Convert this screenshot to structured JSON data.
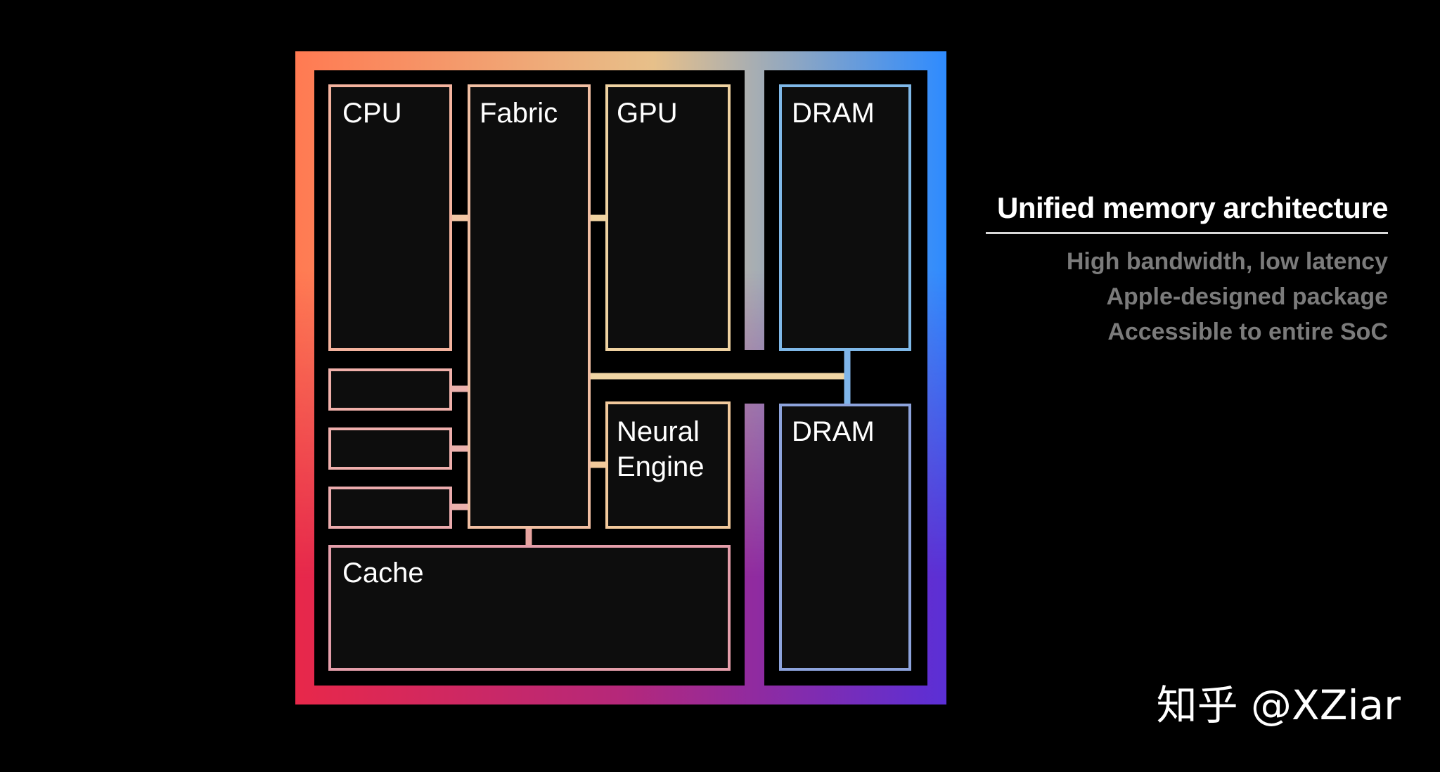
{
  "diagram": {
    "blocks": {
      "cpu": "CPU",
      "fabric": "Fabric",
      "gpu": "GPU",
      "dram_top": "DRAM",
      "neural_engine": [
        "Neural",
        "Engine"
      ],
      "dram_bottom": "DRAM",
      "cache": "Cache"
    },
    "colors": {
      "gradient_top_left": "#ff7a52",
      "gradient_top_mid": "#e7c08a",
      "gradient_top_right": "#2e8bff",
      "gradient_bottom_left": "#e8284a",
      "gradient_bottom_mid": "#b5287a",
      "gradient_bottom_right": "#5b2fd6",
      "block_fill": "#0d0d0d",
      "connector_warm": "#f5cfa0"
    }
  },
  "panel": {
    "title": "Unified memory architecture",
    "items": [
      "High bandwidth, low latency",
      "Apple-designed package",
      "Accessible to entire SoC"
    ]
  },
  "watermark": "知乎 @XZiar"
}
